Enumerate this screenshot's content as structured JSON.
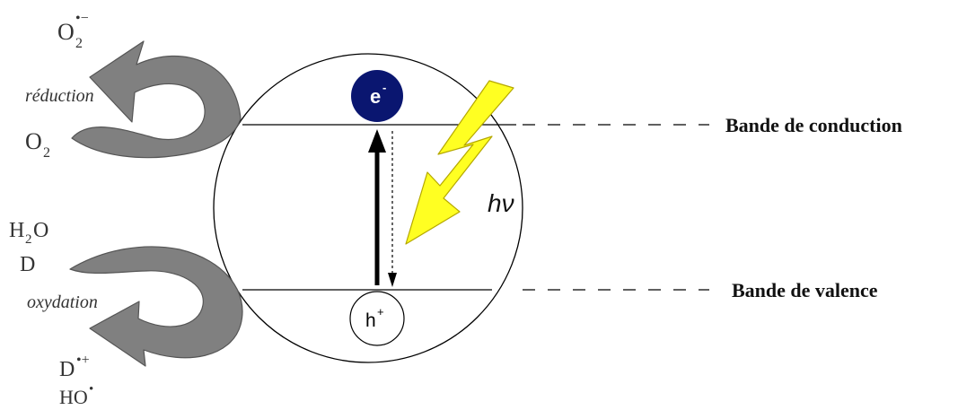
{
  "colors": {
    "arrow_fill": "#808080",
    "arrow_stroke": "#555555",
    "electron_fill": "#0a1670",
    "lightning_fill": "#ffff22",
    "lightning_stroke": "#b5a800",
    "text_gray": "#333333",
    "text_dark": "#111111"
  },
  "icons": {
    "reduction_arrow": "curved-arrow-icon",
    "oxidation_arrow": "curved-arrow-icon",
    "photon": "lightning-icon"
  },
  "labels": {
    "superoxide_base": "O",
    "superoxide_sub": "2",
    "superoxide_sup": "•−",
    "reduction": "réduction",
    "oxygen_base": "O",
    "oxygen_sub": "2",
    "water_h": "H",
    "water_sub": "2",
    "water_o": "O",
    "donor": "D",
    "oxidation": "oxydation",
    "donor_radical_base": "D",
    "donor_radical_sup": "•+",
    "hydroxyl_base": "HO",
    "hydroxyl_sup": "•",
    "electron_base": "e",
    "electron_sup": "-",
    "hole_base": "h",
    "hole_sup": "+",
    "photon_energy": "hν",
    "conduction_band": "Bande de conduction",
    "valence_band": "Bande de valence"
  }
}
